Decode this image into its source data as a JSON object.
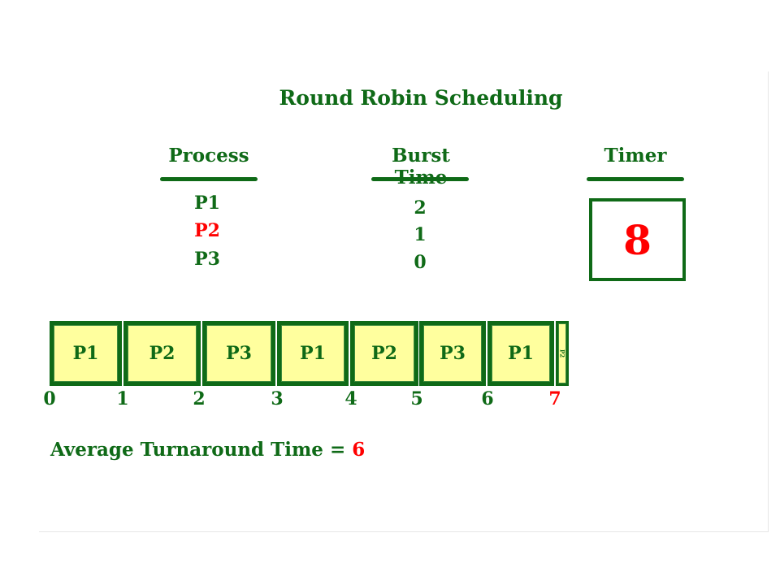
{
  "title": "Round Robin Scheduling",
  "headers": {
    "process": "Process",
    "burst_time": "Burst Time",
    "timer": "Timer"
  },
  "processes": [
    {
      "name": "P1",
      "burst": "2",
      "active": false
    },
    {
      "name": "P2",
      "burst": "1",
      "active": true
    },
    {
      "name": "P3",
      "burst": "0",
      "active": false
    }
  ],
  "timer_value": "8",
  "gantt": {
    "blocks": [
      "P1",
      "P2",
      "P3",
      "P1",
      "P2",
      "P3",
      "P1",
      "P2"
    ],
    "ticks": [
      "0",
      "1",
      "2",
      "3",
      "4",
      "5",
      "6",
      "7"
    ],
    "current_tick_index": 7
  },
  "average_turnaround": {
    "label": "Average Turnaround Time = ",
    "value": "6"
  },
  "colors": {
    "primary_green": "#0f6a17",
    "highlight_red": "#ff0000",
    "block_fill": "#ffff9e"
  }
}
